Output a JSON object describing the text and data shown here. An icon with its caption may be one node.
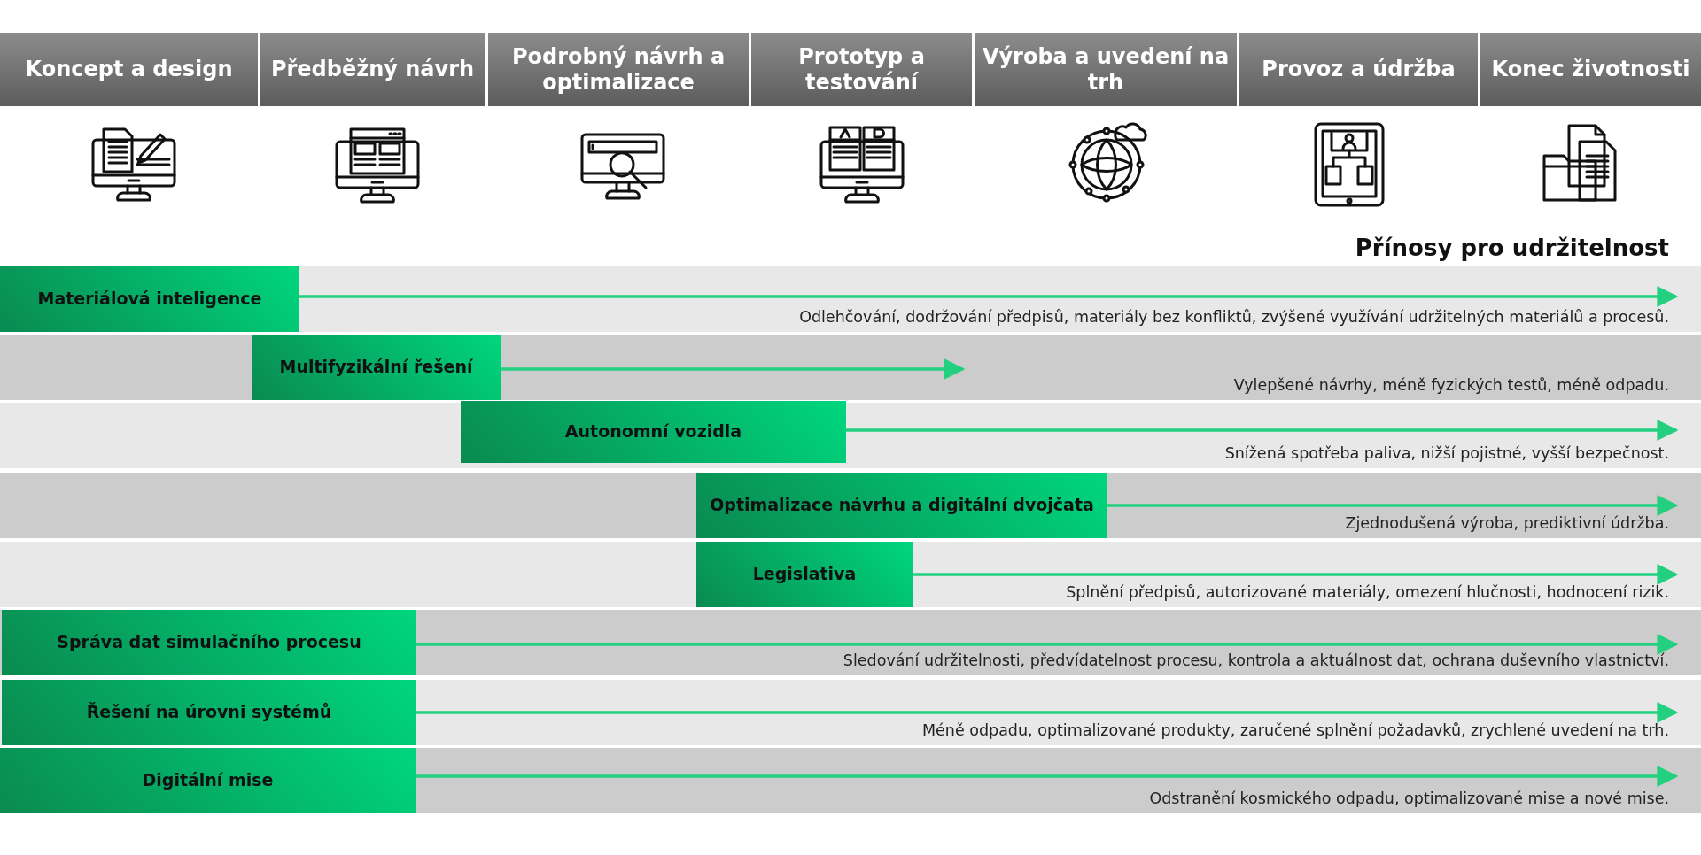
{
  "diagram": {
    "nodes": [
      {
        "text": [
          "Koncept a design"
        ]
      },
      {
        "text": [
          "Předběžný návrh"
        ]
      },
      {
        "text": [
          "Podrobný návrh a optimalizace"
        ]
      },
      {
        "text": [
          "Prototyp a testování"
        ]
      },
      {
        "text": [
          "Výroba a uvedení na trh"
        ]
      },
      {
        "text": [
          "Provoz a údržba"
        ]
      },
      {
        "text": [
          "Konec životnosti"
        ]
      },
      {
        "text": [],
        "shape": "bar"
      },
      {
        "text": [
          "Materiálová inteligence"
        ],
        "in": 7
      },
      {
        "text": [],
        "shape": "bar"
      },
      {
        "text": [
          "Multifyzikální řešení"
        ],
        "in": 9
      },
      {
        "text": [],
        "shape": "bar"
      },
      {
        "text": [
          "Autonomní vozidla"
        ],
        "in": 11
      },
      {
        "text": [],
        "shape": "bar"
      },
      {
        "text": [
          "Optimalizace návrhu a digitální dvojčata"
        ],
        "in": 13
      },
      {
        "text": [],
        "shape": "bar"
      },
      {
        "text": [
          "Legislativa"
        ],
        "in": 15
      },
      {
        "text": [],
        "shape": "bar"
      },
      {
        "text": [
          "Správa dat simulačního procesu"
        ],
        "in": 17
      },
      {
        "text": [],
        "shape": "bar"
      },
      {
        "text": [
          "Řešení na úrovni systémů"
        ],
        "in": 19
      },
      {
        "text": [],
        "shape": "bar"
      },
      {
        "text": [
          "Digitální mise"
        ],
        "in": 21
      }
    ],
    "edges": [
      {
        "from": 8,
        "to": 7,
        "arrow": "to"
      },
      {
        "from": 10,
        "to": 9,
        "arrow": "to"
      },
      {
        "from": 12,
        "to": 11,
        "arrow": "to"
      },
      {
        "from": 14,
        "to": 13,
        "arrow": "to"
      },
      {
        "from": 16,
        "to": 15,
        "arrow": "to"
      },
      {
        "from": 18,
        "to": 17,
        "arrow": "to"
      },
      {
        "from": 20,
        "to": 19,
        "arrow": "to"
      },
      {
        "from": 22,
        "to": 21,
        "arrow": "to"
      }
    ],
    "labels": [
      "Přínosy pro udržitelnost",
      "Odlehčování, dodržování předpisů, materiály bez konfliktů, zvýšené využívání udržitelných materiálů a procesů.",
      "Vylepšené návrhy, méně fyzických testů, méně odpadu.",
      "Snížená spotřeba paliva, nižší pojistné, vyšší bezpečnost.",
      "Zjednodušená výroba, prediktivní údržba.",
      "Splnění předpisů, autorizované materiály, omezení hlučnosti, hodnocení rizik.",
      "Sledování udržitelnosti, předvídatelnost procesu, kontrola a aktuálnost dat, ochrana duševního vlastnictví.",
      "Méně odpadu, optimalizované produkty, zaručené splnění požadavků, zrychlené uvedení na trh.",
      "Odstranění kosmického odpadu, optimalizované mise a nové mise."
    ]
  }
}
